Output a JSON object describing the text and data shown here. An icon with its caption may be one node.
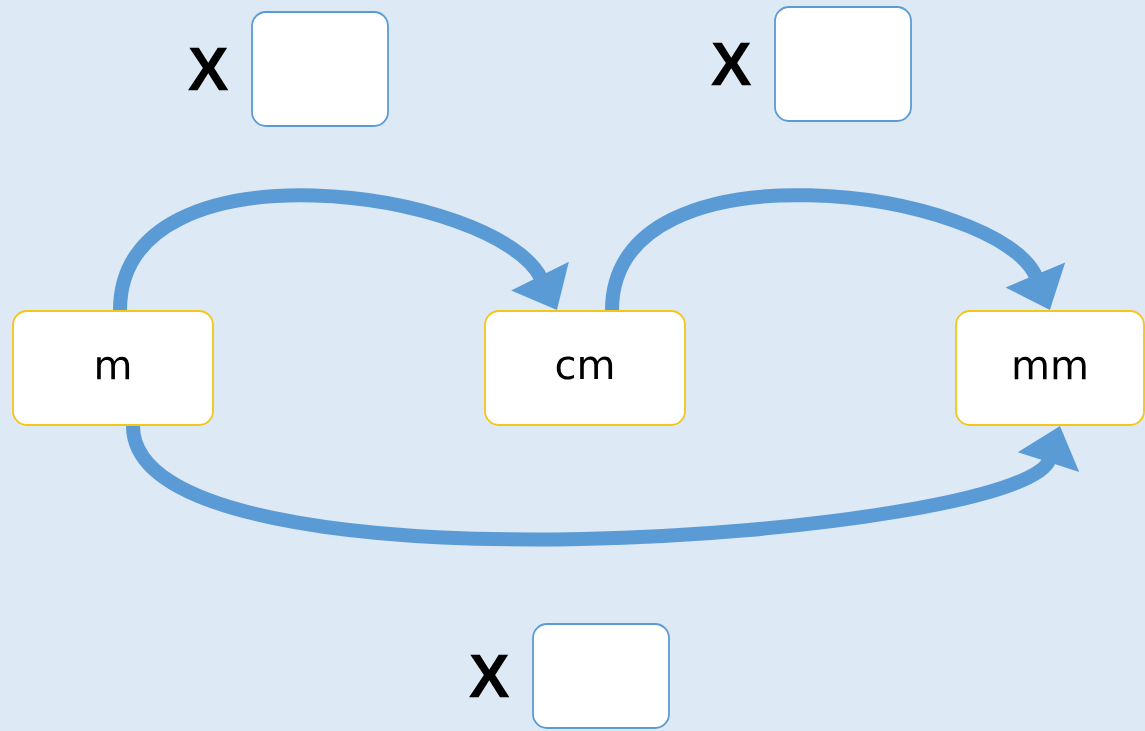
{
  "diagram": {
    "nodes": [
      {
        "text": [],
        "shape": "box",
        "beside": [
          "X"
        ]
      },
      {
        "text": [],
        "shape": "box",
        "beside": [
          "X"
        ]
      },
      {
        "text": [
          "m"
        ]
      },
      {
        "text": [
          "cm"
        ]
      },
      {
        "text": [
          "mm"
        ]
      },
      {
        "text": [],
        "shape": "box",
        "beside": [
          "X"
        ]
      }
    ],
    "edges": [
      {
        "from": 2,
        "to": 3,
        "arrow": "to"
      },
      {
        "from": 3,
        "to": 4,
        "arrow": "to"
      },
      {
        "from": 2,
        "to": 4,
        "arrow": "to"
      }
    ]
  }
}
